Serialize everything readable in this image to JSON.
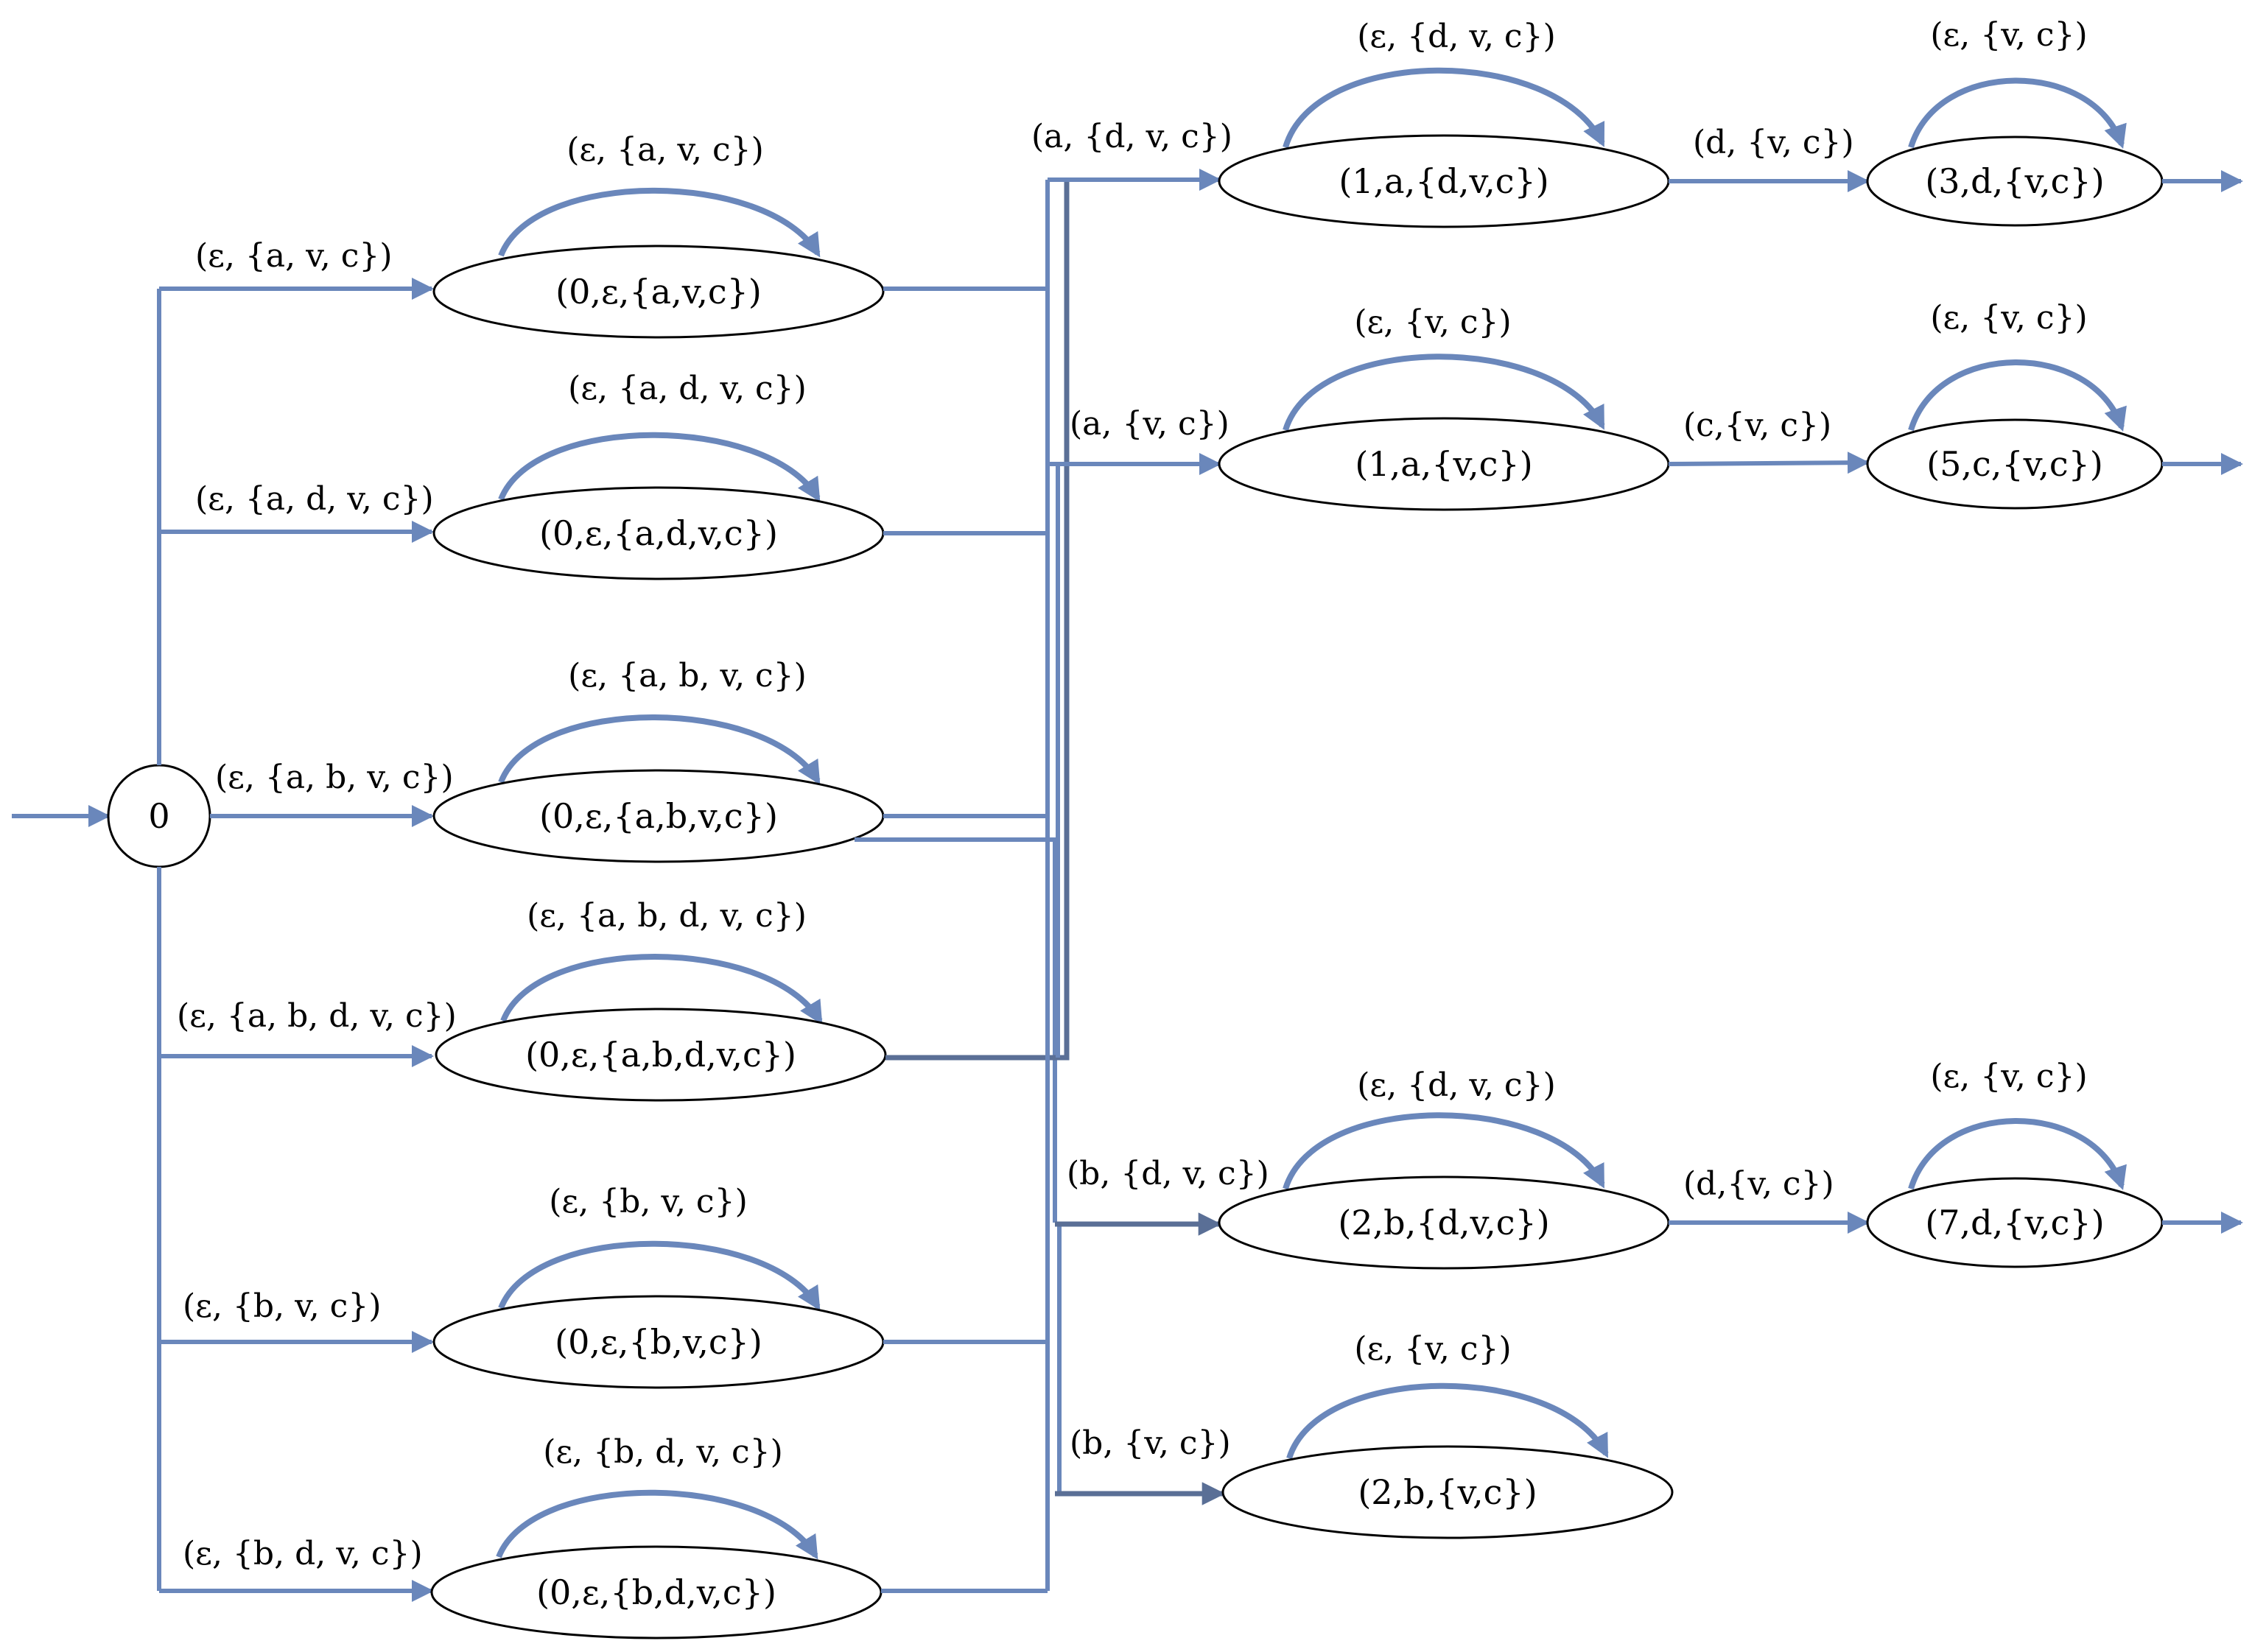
{
  "diagram": {
    "colors": {
      "edge": "#6A87BB",
      "edge_dark": "#5A6F96",
      "node_stroke": "#000000"
    },
    "start_state": "0",
    "left_states": [
      {
        "label": "(0,ε,{a,v,c})",
        "self_loop": "(ε, {a, v, c})",
        "in_edge": "(ε, {a, v, c})"
      },
      {
        "label": "(0,ε,{a,d,v,c})",
        "self_loop": "(ε, {a, d, v, c})",
        "in_edge": "(ε, {a, d, v, c})"
      },
      {
        "label": "(0,ε,{a,b,v,c})",
        "self_loop": "(ε, {a, b, v, c})",
        "in_edge": "(ε, {a, b, v, c})"
      },
      {
        "label": "(0,ε,{a,b,d,v,c})",
        "self_loop": "(ε, {a, b, d, v, c})",
        "in_edge": "(ε, {a, b, d, v, c})"
      },
      {
        "label": "(0,ε,{b,v,c})",
        "self_loop": "(ε, {b, v, c})",
        "in_edge": "(ε, {b, v, c})"
      },
      {
        "label": "(0,ε,{b,d,v,c})",
        "self_loop": "(ε, {b, d, v, c})",
        "in_edge": "(ε, {b, d, v, c})"
      }
    ],
    "mid_states": [
      {
        "label": "(1,a,{d,v,c})",
        "self_loop": "(ε, {d, v, c})",
        "in_edge": "(a, {d, v, c})"
      },
      {
        "label": "(1,a,{v,c})",
        "self_loop": "(ε, {v, c})",
        "in_edge": "(a, {v, c})"
      },
      {
        "label": "(2,b,{d,v,c})",
        "self_loop": "(ε, {d, v, c})",
        "in_edge": "(b, {d, v, c})"
      },
      {
        "label": "(2,b,{v,c})",
        "self_loop": "(ε, {v, c})",
        "in_edge": "(b, {v, c})"
      }
    ],
    "right_states": [
      {
        "label": "(3,d,{v,c})",
        "self_loop": "(ε, {v, c})",
        "in_edge": "(d, {v, c})"
      },
      {
        "label": "(5,c,{v,c})",
        "self_loop": "(ε, {v, c})",
        "in_edge": "(c,{v, c})"
      },
      {
        "label": "(7,d,{v,c})",
        "self_loop": "(ε, {v, c})",
        "in_edge": "(d,{v, c})"
      }
    ]
  }
}
